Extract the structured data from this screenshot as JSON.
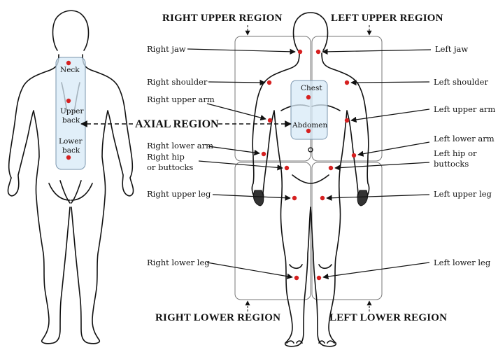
{
  "regions": {
    "right_upper": "RIGHT UPPER REGION",
    "left_upper": "LEFT UPPER REGION",
    "right_lower": "RIGHT LOWER REGION",
    "left_lower": "LEFT LOWER REGION",
    "axial": "AXIAL REGION"
  },
  "back_labels": {
    "neck": "Neck",
    "upper_back_1": "Upper",
    "upper_back_2": "back",
    "lower_back_1": "Lower",
    "lower_back_2": "back"
  },
  "torso_labels": {
    "chest": "Chest",
    "abdomen": "Abdomen"
  },
  "right_labels": {
    "jaw": "Right jaw",
    "shoulder": "Right shoulder",
    "upper_arm": "Right upper arm",
    "lower_arm": "Right lower arm",
    "hip_1": "Right hip",
    "hip_2": "or buttocks",
    "upper_leg": "Right upper leg",
    "lower_leg": "Right lower leg"
  },
  "left_labels": {
    "jaw": "Left jaw",
    "shoulder": "Left shoulder",
    "upper_arm": "Left upper arm",
    "lower_arm": "Left lower arm",
    "hip_1": "Left hip or",
    "hip_2": "buttocks",
    "upper_leg": "Left upper leg",
    "lower_leg": "Left lower leg"
  },
  "colors": {
    "marker": "#d62020",
    "spine_box": "#d7e9f7",
    "outline": "#111111"
  }
}
